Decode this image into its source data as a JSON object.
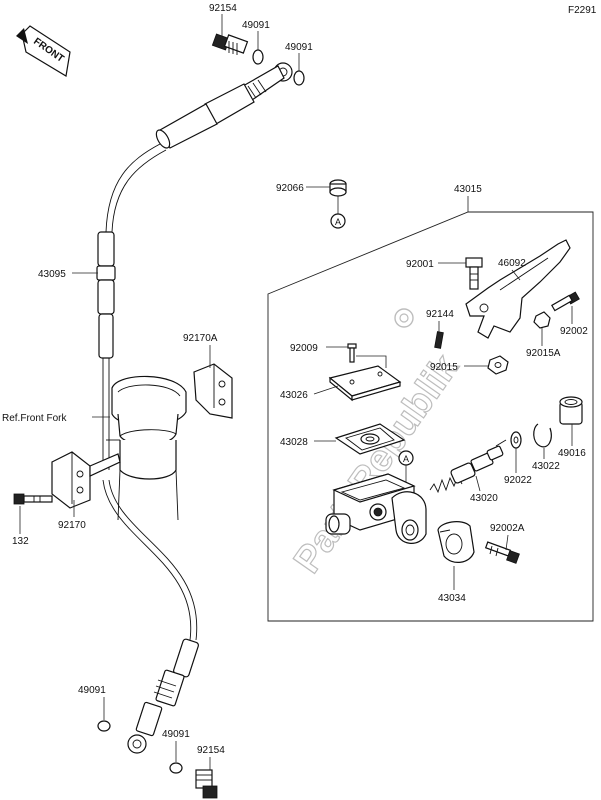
{
  "figure_code": "F2291",
  "front_label": "FRONT",
  "watermark": "PartsRepublik",
  "callout_letter": "A",
  "reference_label": "Ref.Front Fork",
  "parts": {
    "p92154_top": "92154",
    "p49091_a": "49091",
    "p49091_b": "49091",
    "p43095": "43095",
    "p92170A": "92170A",
    "p92170": "92170",
    "p132": "132",
    "p49091_c": "49091",
    "p49091_d": "49091",
    "p92154_bottom": "92154",
    "p92066": "92066",
    "p43015": "43015",
    "p92001": "92001",
    "p46092": "46092",
    "p92144": "92144",
    "p92002": "92002",
    "p92009": "92009",
    "p92015A": "92015A",
    "p92015": "92015",
    "p43026": "43026",
    "p43028": "43028",
    "p49016": "49016",
    "p43022": "43022",
    "p92022": "92022",
    "p43020": "43020",
    "p92002A": "92002A",
    "p43034": "43034"
  }
}
